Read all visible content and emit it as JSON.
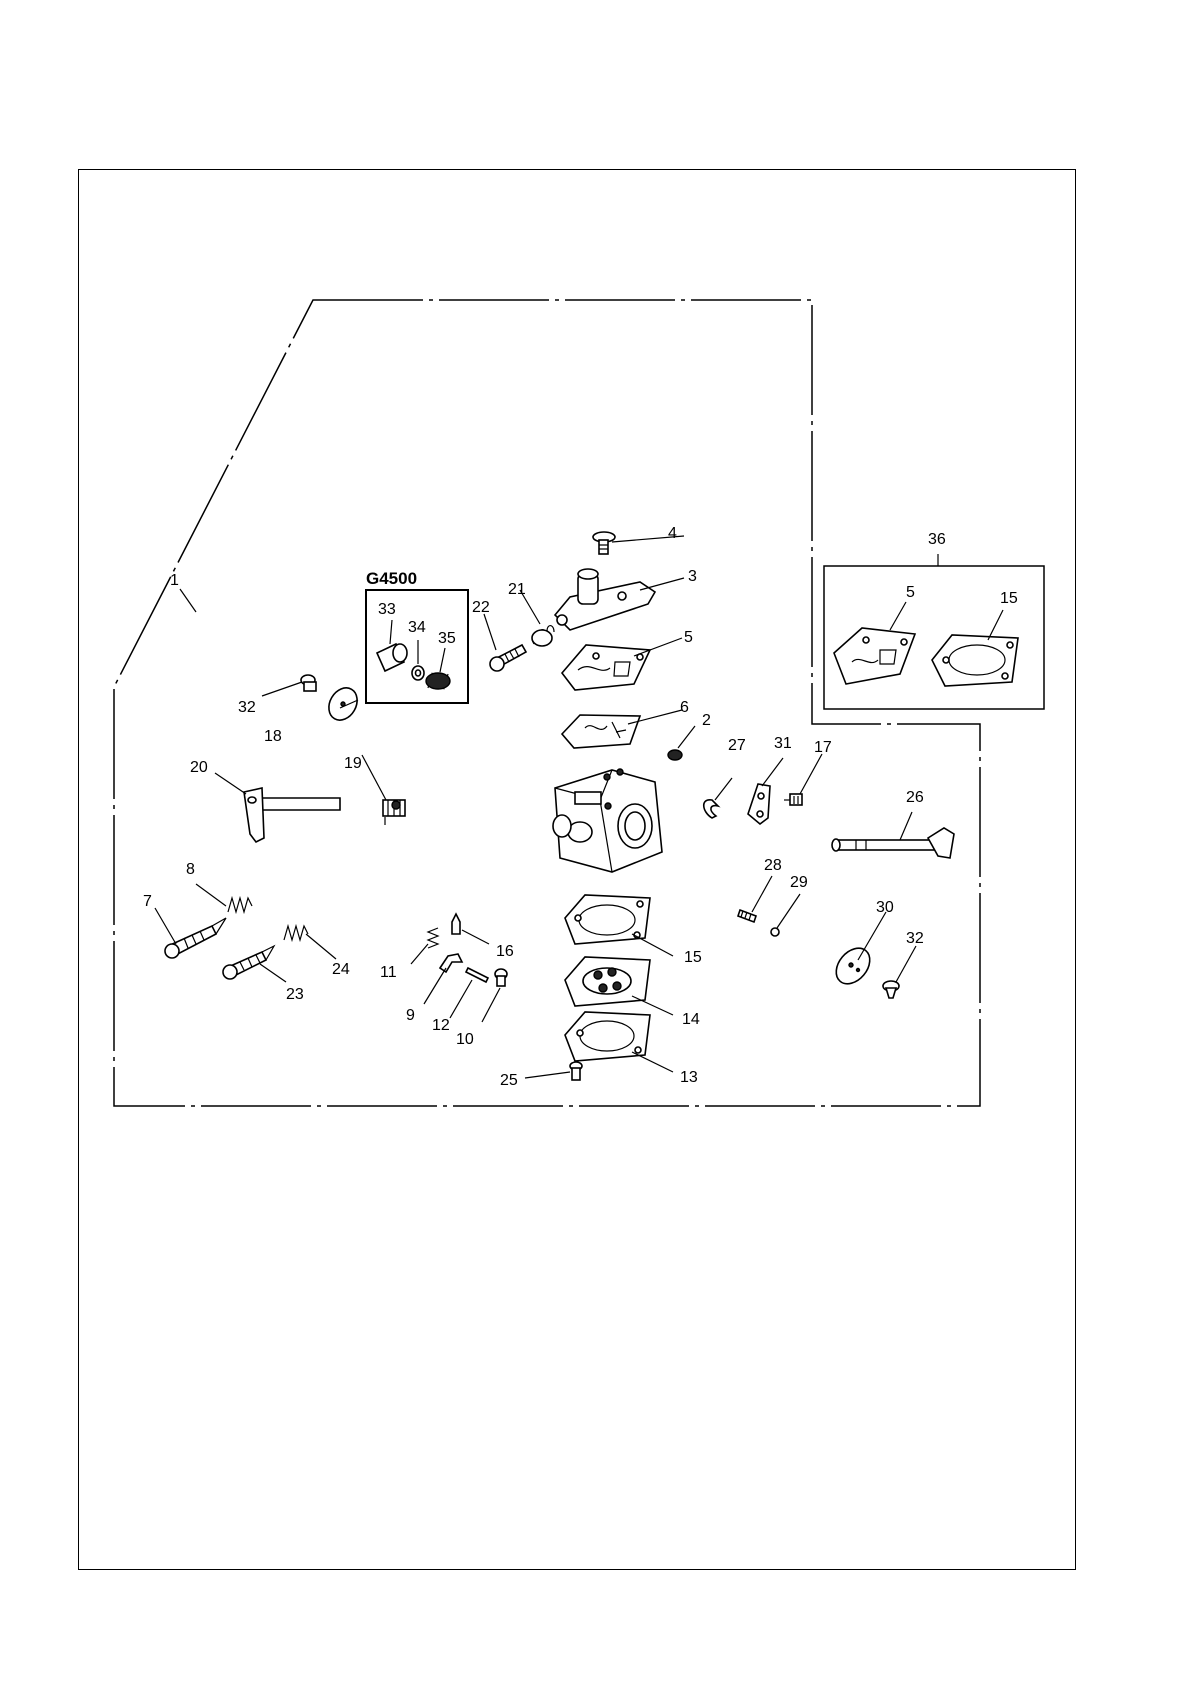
{
  "diagram": {
    "kit_title": "G4500",
    "labels": {
      "n1": "1",
      "n2": "2",
      "n3": "3",
      "n4": "4",
      "n5": "5",
      "n5b": "5",
      "n6": "6",
      "n7": "7",
      "n8": "8",
      "n9": "9",
      "n10": "10",
      "n11": "11",
      "n12": "12",
      "n13": "13",
      "n14": "14",
      "n15": "15",
      "n15b": "15",
      "n16": "16",
      "n17": "17",
      "n18": "18",
      "n19": "19",
      "n20": "20",
      "n21": "21",
      "n22": "22",
      "n23": "23",
      "n24": "24",
      "n25": "25",
      "n26": "26",
      "n27": "27",
      "n28": "28",
      "n29": "29",
      "n30": "30",
      "n31": "31",
      "n32": "32",
      "n32b": "32",
      "n33": "33",
      "n34": "34",
      "n35": "35",
      "n36": "36"
    }
  }
}
